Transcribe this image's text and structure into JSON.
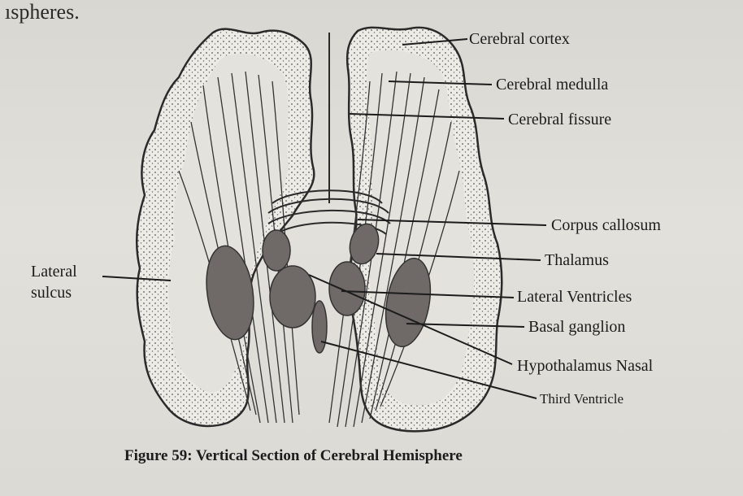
{
  "header": {
    "text": "ıspheres."
  },
  "diagram": {
    "labels": {
      "cerebral_cortex": "Cerebral cortex",
      "cerebral_medulla": "Cerebral medulla",
      "cerebral_fissure": "Cerebral fissure",
      "corpus_callosum": "Corpus callosum",
      "thalamus": "Thalamus",
      "lateral_sulcus_line1": "Lateral",
      "lateral_sulcus_line2": "sulcus",
      "lateral_ventricles": "Lateral Ventricles",
      "basal_ganglion": "Basal ganglion",
      "hypothalamus_nasal": "Hypothalamus Nasal",
      "third_ventricle": "Third Ventricle"
    },
    "caption": "Figure 59: Vertical Section of Cerebral Hemisphere"
  }
}
